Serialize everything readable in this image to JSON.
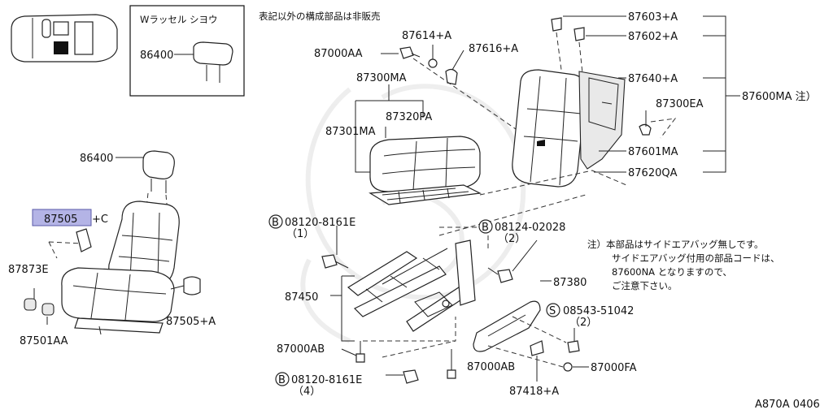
{
  "note_header": "表記以外の構成部品は非販売",
  "inset": {
    "title": "Wラッセル シヨウ",
    "part": "86400"
  },
  "labels": {
    "p86400_left": "86400",
    "p87505_c_num": "87505",
    "p87505_c_suffix": "+C",
    "p87873E": "87873E",
    "p87501AA": "87501AA",
    "p87505_A": "87505+A",
    "p87000AA_top": "87000AA",
    "p87614_A": "87614+A",
    "p87616_A": "87616+A",
    "p87300MA": "87300MA",
    "p87320PA": "87320PA",
    "p87301MA": "87301MA",
    "p87603_A": "87603+A",
    "p87602_A": "87602+A",
    "p87640_A": "87640+A",
    "p87300EA": "87300EA",
    "p87600MA": "87600MA 注）",
    "p87601MA": "87601MA",
    "p87620QA": "87620QA",
    "b1_code": "08120-8161E",
    "b1_qty": "（1）",
    "b2_code": "08124-02028",
    "b2_qty": "（2）",
    "p87450": "87450",
    "p87380": "87380",
    "s1_code": "08543-51042",
    "s1_qty": "（2）",
    "p87000AB_left": "87000AB",
    "p87000AB_right": "87000AB",
    "p87000FA": "87000FA",
    "b3_code": "08120-8161E",
    "b3_qty": "（4）",
    "p87418_A": "87418+A",
    "circ_b": "B",
    "circ_s": "S"
  },
  "footnote": {
    "line1": "注）本部品はサイドエアバッグ無しです。",
    "line2": "サイドエアバッグ付用の部品コードは、",
    "line3": "87600NA となりますので、",
    "line4": "ご注意下さい。"
  },
  "diagram_code": "A870A 0406",
  "colors": {
    "highlight": "#b4b4e6",
    "ink": "#111111"
  }
}
